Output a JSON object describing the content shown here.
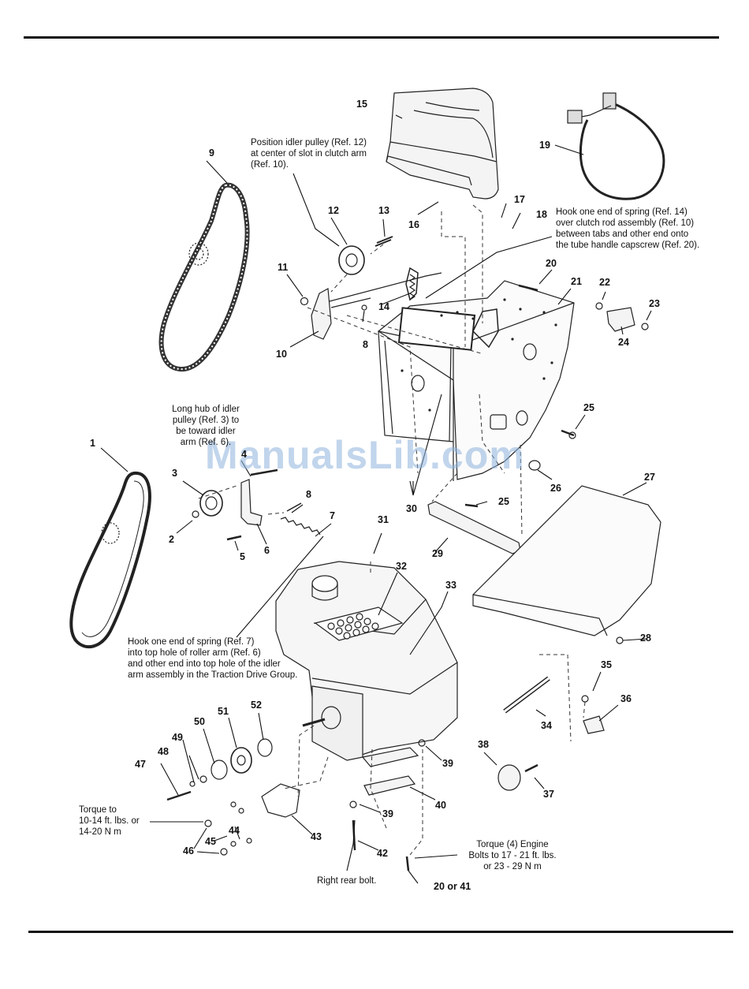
{
  "watermark": "ManualsLib.com",
  "refs": {
    "r1": "1",
    "r2": "2",
    "r3": "3",
    "r4": "4",
    "r5": "5",
    "r6": "6",
    "r7": "7",
    "r8a": "8",
    "r8b": "8",
    "r9": "9",
    "r10": "10",
    "r11": "11",
    "r12": "12",
    "r13": "13",
    "r14": "14",
    "r15": "15",
    "r16": "16",
    "r17": "17",
    "r18": "18",
    "r19": "19",
    "r20a": "20",
    "r21": "21",
    "r22": "22",
    "r23": "23",
    "r24": "24",
    "r25a": "25",
    "r25b": "25",
    "r26": "26",
    "r27": "27",
    "r28": "28",
    "r29": "29",
    "r30": "30",
    "r31": "31",
    "r32": "32",
    "r33": "33",
    "r34": "34",
    "r35": "35",
    "r36": "36",
    "r37": "37",
    "r38": "38",
    "r39a": "39",
    "r39b": "39",
    "r40": "40",
    "r42": "42",
    "r43": "43",
    "r44": "44",
    "r45": "45",
    "r46": "46",
    "r47": "47",
    "r48": "48",
    "r49": "49",
    "r50": "50",
    "r51": "51",
    "r52": "52",
    "r2041": "20 or 41"
  },
  "notes": {
    "idler_pulley": [
      "Position idler pulley (Ref. 12)",
      "at center of slot in clutch arm",
      "(Ref. 10)."
    ],
    "spring14": [
      "Hook one end of spring (Ref. 14)",
      "over clutch rod assembly (Ref. 10)",
      "between tabs and other end onto",
      "the tube handle capscrew (Ref. 20)."
    ],
    "long_hub": [
      "Long hub of idler",
      "pulley (Ref. 3) to",
      "be toward idler",
      "arm (Ref. 6)."
    ],
    "spring7": [
      "Hook one end of spring (Ref. 7)",
      "into top hole of roller arm (Ref. 6)",
      "and other end into top hole of the idler",
      "arm assembly in the Traction Drive Group."
    ],
    "torque_left": [
      "Torque to",
      "10-14 ft. lbs. or",
      "14-20 N m"
    ],
    "torque_engine": [
      "Torque (4) Engine",
      "Bolts to 17 - 21 ft. lbs.",
      "or 23 - 29 N m"
    ],
    "right_rear": [
      "Right rear bolt."
    ]
  }
}
